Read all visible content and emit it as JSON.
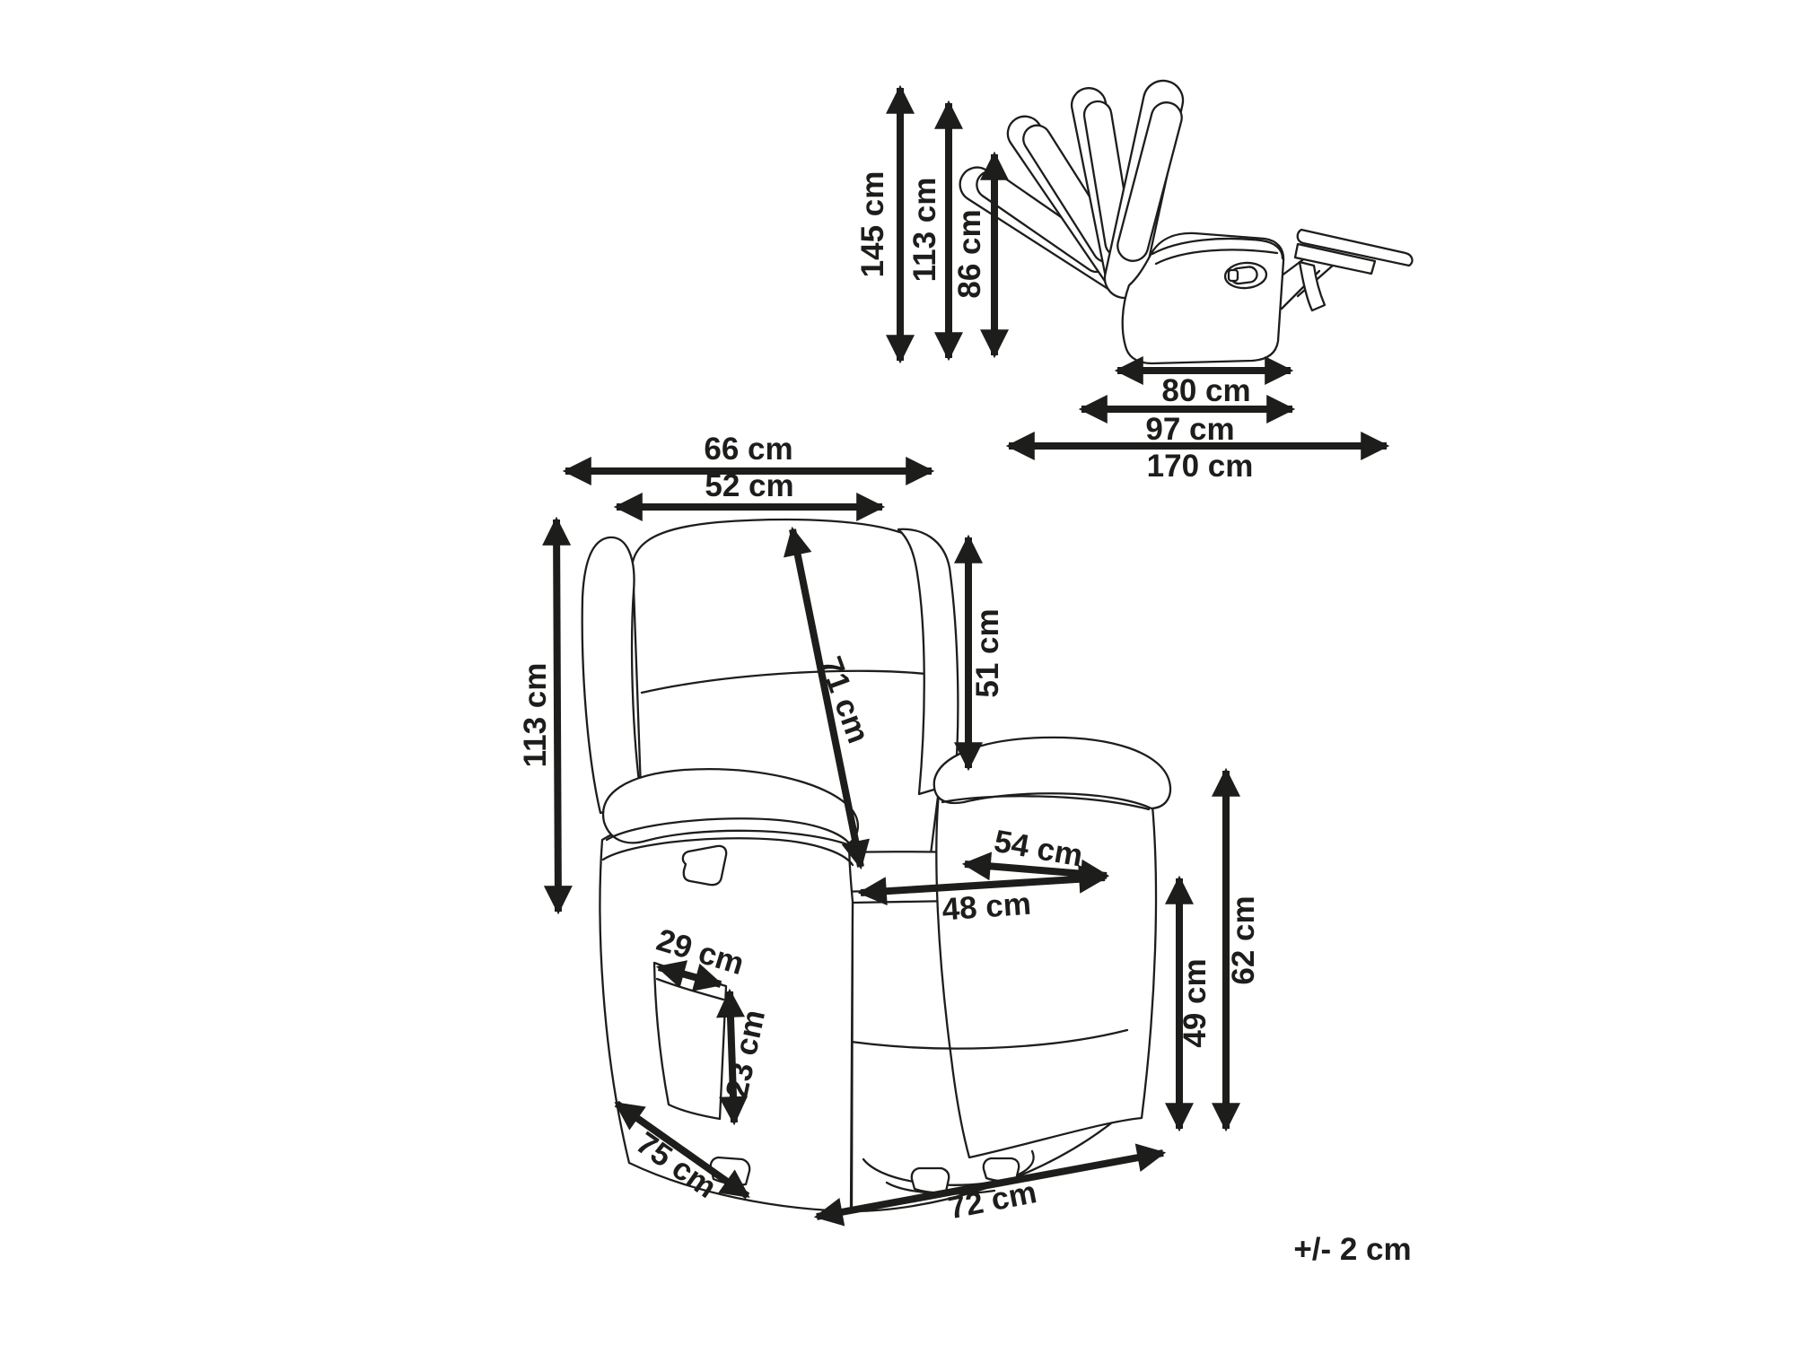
{
  "page": {
    "background": "#ffffff",
    "ink_color": "#1d1d1b",
    "tolerance_note": "+/- 2 cm"
  },
  "side_view": {
    "description": "recliner side view with reclining positions",
    "height_max": "145 cm",
    "height_upright": "113 cm",
    "height_reclined": "86 cm",
    "depth_base": "80 cm",
    "depth_seat": "97 cm",
    "length_reclined": "170 cm"
  },
  "front_view": {
    "description": "wingback recliner front view",
    "width_total": "66 cm",
    "width_headrest": "52 cm",
    "backrest_diagonal": "71 cm",
    "backrest_height": "51 cm",
    "seat_depth": "54 cm",
    "seat_width": "48 cm",
    "height_total": "113 cm",
    "pocket_width": "29 cm",
    "pocket_height": "23 cm",
    "seat_height": "49 cm",
    "armrest_height": "62 cm",
    "base_depth": "75 cm",
    "base_width": "72 cm"
  }
}
